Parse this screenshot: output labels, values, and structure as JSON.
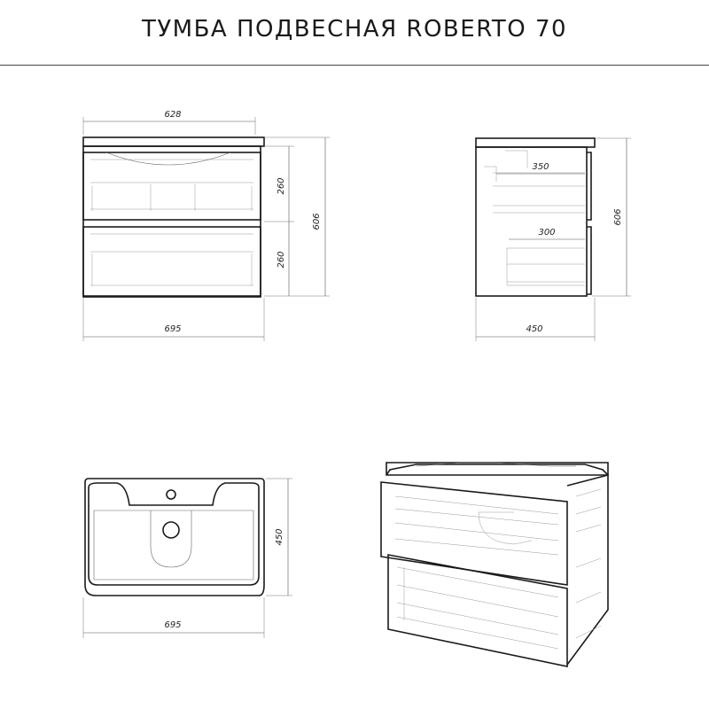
{
  "title": "ТУМБА ПОДВЕСНАЯ ROBERTO 70",
  "dimensions": {
    "front_top_width": "628",
    "front_drawer_upper": "260",
    "front_drawer_lower": "260",
    "front_height": "606",
    "front_width": "695",
    "side_depth_upper": "350",
    "side_depth_lower": "300",
    "side_height": "606",
    "side_width": "450",
    "top_depth": "450",
    "top_width": "695"
  }
}
